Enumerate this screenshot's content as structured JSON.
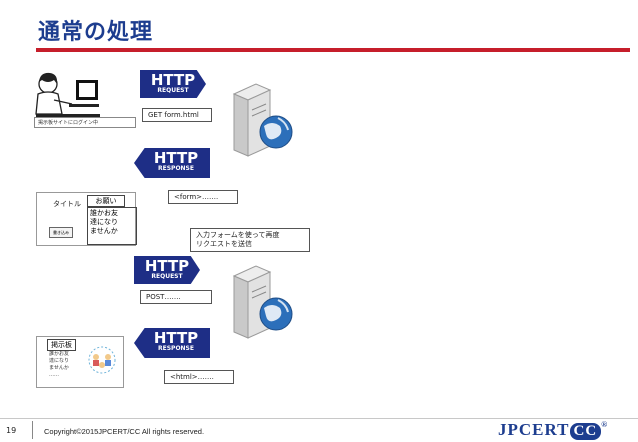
{
  "page": {
    "title": "通常の処理",
    "page_number": "19",
    "copyright": "Copyright©2015JPCERT/CC All rights reserved.",
    "brand_main": "JPCERT",
    "brand_cc": "CC",
    "brand_mark": "®"
  },
  "colors": {
    "title": "#1d3d8f",
    "accent_bar": "#c61e2b",
    "http_badge": "#1e2e86",
    "server_body": "#d8d8d8"
  },
  "scene1": {
    "user_label": "掲示板サイトにログイン中",
    "request_badge_http": "HTTP",
    "request_badge_sub": "REQUEST",
    "request_text": "GET form.html"
  },
  "scene2": {
    "response_badge_http": "HTTP",
    "response_badge_sub": "RESPONSE",
    "response_text": "<form>……."
  },
  "form_window": {
    "title_label": "タイトル",
    "subject_label": "お願い",
    "body_text": "誰かお友\n達になり\nませんか",
    "button_label": "書き込み"
  },
  "scene3": {
    "note": "入力フォームを使って再度\nリクエストを送信",
    "request_badge_http": "HTTP",
    "request_badge_sub": "REQUEST",
    "request_text": "POST……."
  },
  "scene4": {
    "response_badge_http": "HTTP",
    "response_badge_sub": "RESPONSE",
    "response_text": "<html>……."
  },
  "board_window": {
    "heading": "掲示板",
    "post_text": "誰かお友\n達になり\nませんか\n……"
  }
}
